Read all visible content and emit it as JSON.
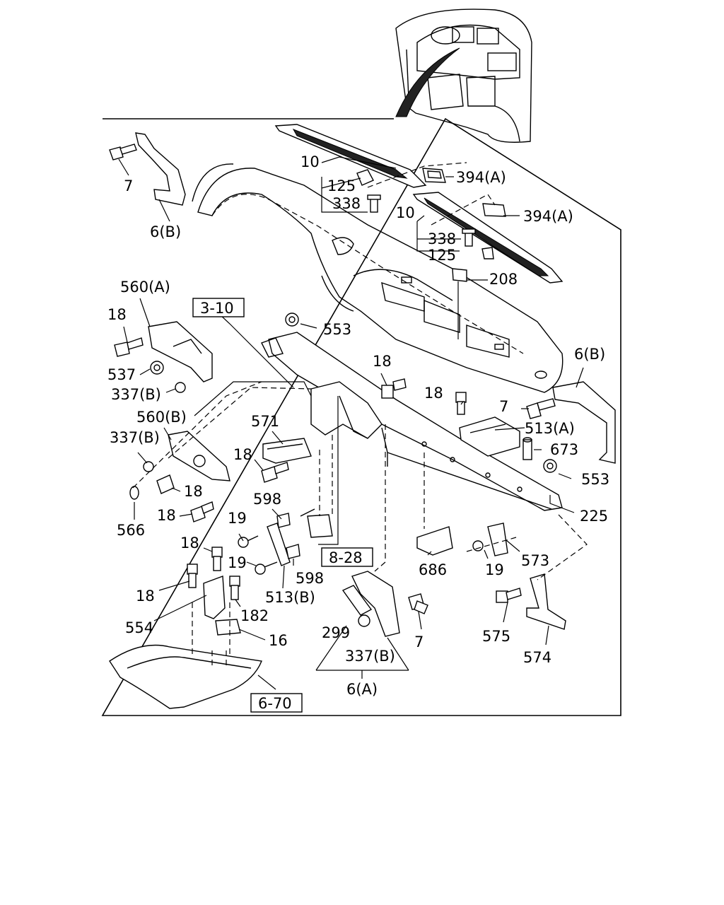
{
  "callouts": {
    "c7a": "7",
    "c6b_top": "6(B)",
    "c10_top": "10",
    "c125_top": "125",
    "c338_top": "338",
    "c394_top": "394(A)",
    "c10_mid": "10",
    "c394_mid": "394(A)",
    "c338_mid": "338",
    "c125_mid": "125",
    "c208": "208",
    "c560a": "560(A)",
    "c18_a": "18",
    "c537": "537",
    "c337b_a": "337(B)",
    "c553_top": "553",
    "c6b_right": "6(B)",
    "c18_b": "18",
    "c18_c": "18",
    "c7_right": "7",
    "c513a": "513(A)",
    "c673": "673",
    "c553_right": "553",
    "c225": "225",
    "c560b": "560(B)",
    "c337b_b": "337(B)",
    "c571": "571",
    "c18_d": "18",
    "c18_e": "18",
    "c566": "566",
    "c18_f": "18",
    "c598_a": "598",
    "c19_a": "19",
    "c19_b": "19",
    "c598_b": "598",
    "c513b": "513(B)",
    "c18_g": "18",
    "c18_h": "18",
    "c182": "182",
    "c554": "554",
    "c16": "16",
    "c686": "686",
    "c19_c": "19",
    "c573": "573",
    "c575": "575",
    "c574": "574",
    "c299": "299",
    "c337b_c": "337(B)",
    "c7_bottom": "7",
    "c6a": "6(A)"
  },
  "references": {
    "r3_10": "3-10",
    "r8_28": "8-28",
    "r6_70": "6-70"
  }
}
